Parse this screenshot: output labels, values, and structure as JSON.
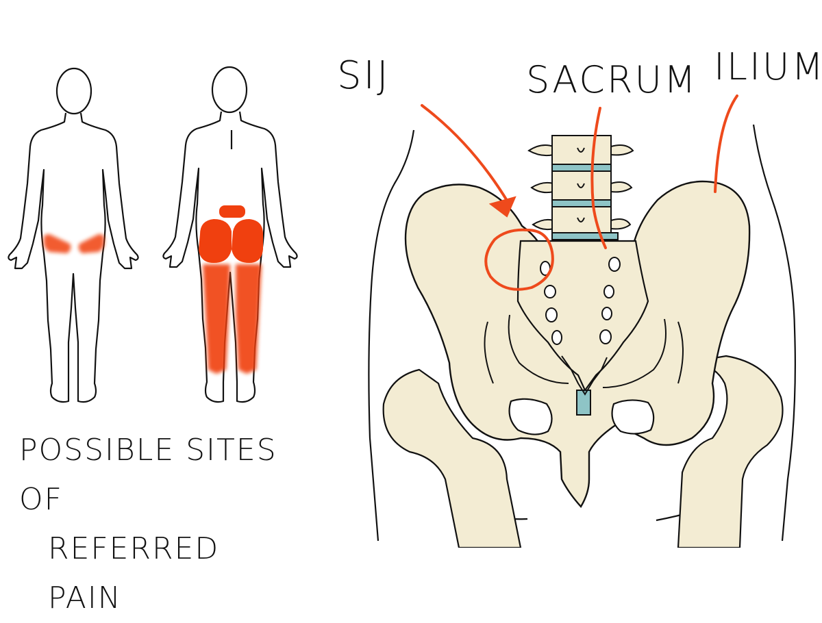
{
  "labels": {
    "sij": "SIJ",
    "sacrum": "SACRUM",
    "ilium": "ILIUM"
  },
  "caption": {
    "line1": "POSSIBLE SITES OF",
    "line2": "REFERRED PAIN"
  },
  "colors": {
    "pain": "#f0400f",
    "bone": "#f3ecd3",
    "disc": "#8ec4c6",
    "outline": "#111111",
    "arrow": "#ee4a1c"
  }
}
